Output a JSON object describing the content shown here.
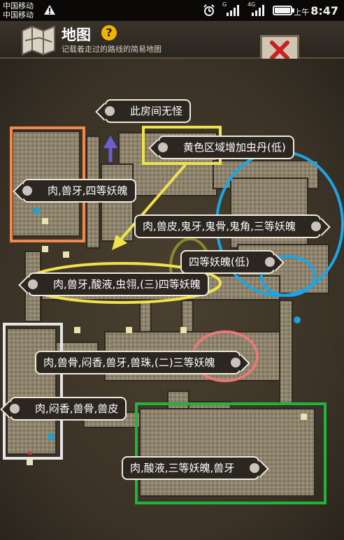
{
  "status_bar": {
    "carrier1": "中国移动",
    "carrier2": "中国移动",
    "ampm": "上午",
    "time": "8:47",
    "network1": "G",
    "network2": "4G"
  },
  "header": {
    "title": "地图",
    "help": "?",
    "subtitle": "记载着走过的路线的简易地图"
  },
  "labels": {
    "no_monster": "此房间无怪",
    "yellow_area": "黄色区域增加虫丹(低)",
    "top_left": "肉,兽牙,四等妖魄",
    "right_mid": "肉,兽皮,鬼牙,鬼骨,鬼角,三等妖魄",
    "mid_small": "四等妖魄(低)",
    "mid_long": "肉,兽牙,酸液,虫翎,(三)四等妖魄",
    "lower_mid": "肉,兽骨,闷香,兽牙,兽珠,(二)三等妖魄",
    "lower_left": "肉,闷香,兽骨,兽皮",
    "bottom_right": "肉,酸液,三等妖魄,兽牙"
  },
  "colors": {
    "orange": "#f0894a",
    "yellow": "#f0e24a",
    "blue": "#1aa6e6",
    "olive": "#8a8a2a",
    "pink": "#e87878",
    "green": "#22b33a",
    "white": "#e6e6e6",
    "purple": "#6a5fd0",
    "marker": "#1fa0d0"
  }
}
